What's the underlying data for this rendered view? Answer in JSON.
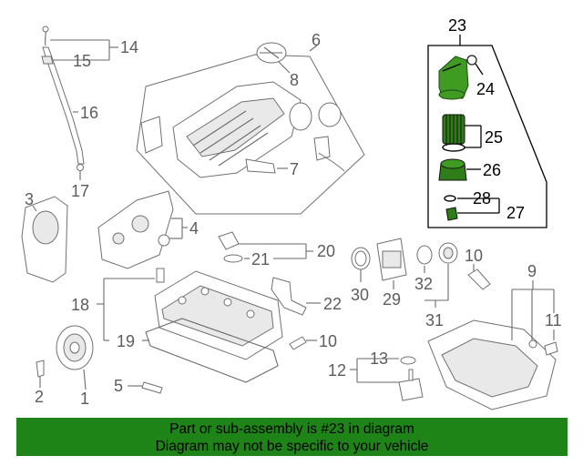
{
  "colors": {
    "banner": "#1f8417",
    "highlight_part": "#3f9b22",
    "line_gray": "#6a6a6a",
    "background": "#ffffff"
  },
  "callouts": {
    "c1": "1",
    "c2": "2",
    "c3": "3",
    "c4": "4",
    "c5": "5",
    "c6": "6",
    "c7": "7",
    "c8": "8",
    "c9": "9",
    "c10a": "10",
    "c10b": "10",
    "c11": "11",
    "c12": "12",
    "c13": "13",
    "c14": "14",
    "c15": "15",
    "c16": "16",
    "c17": "17",
    "c18": "18",
    "c19": "19",
    "c20": "20",
    "c21": "21",
    "c22": "22",
    "c23": "23",
    "c24": "24",
    "c25": "25",
    "c26": "26",
    "c27": "27",
    "c28": "28",
    "c29": "29",
    "c30": "30",
    "c31": "31",
    "c32": "32"
  },
  "banner": {
    "line1": "Part or sub-assembly is #23 in diagram",
    "line2": "Diagram may not be specific to your vehicle"
  }
}
